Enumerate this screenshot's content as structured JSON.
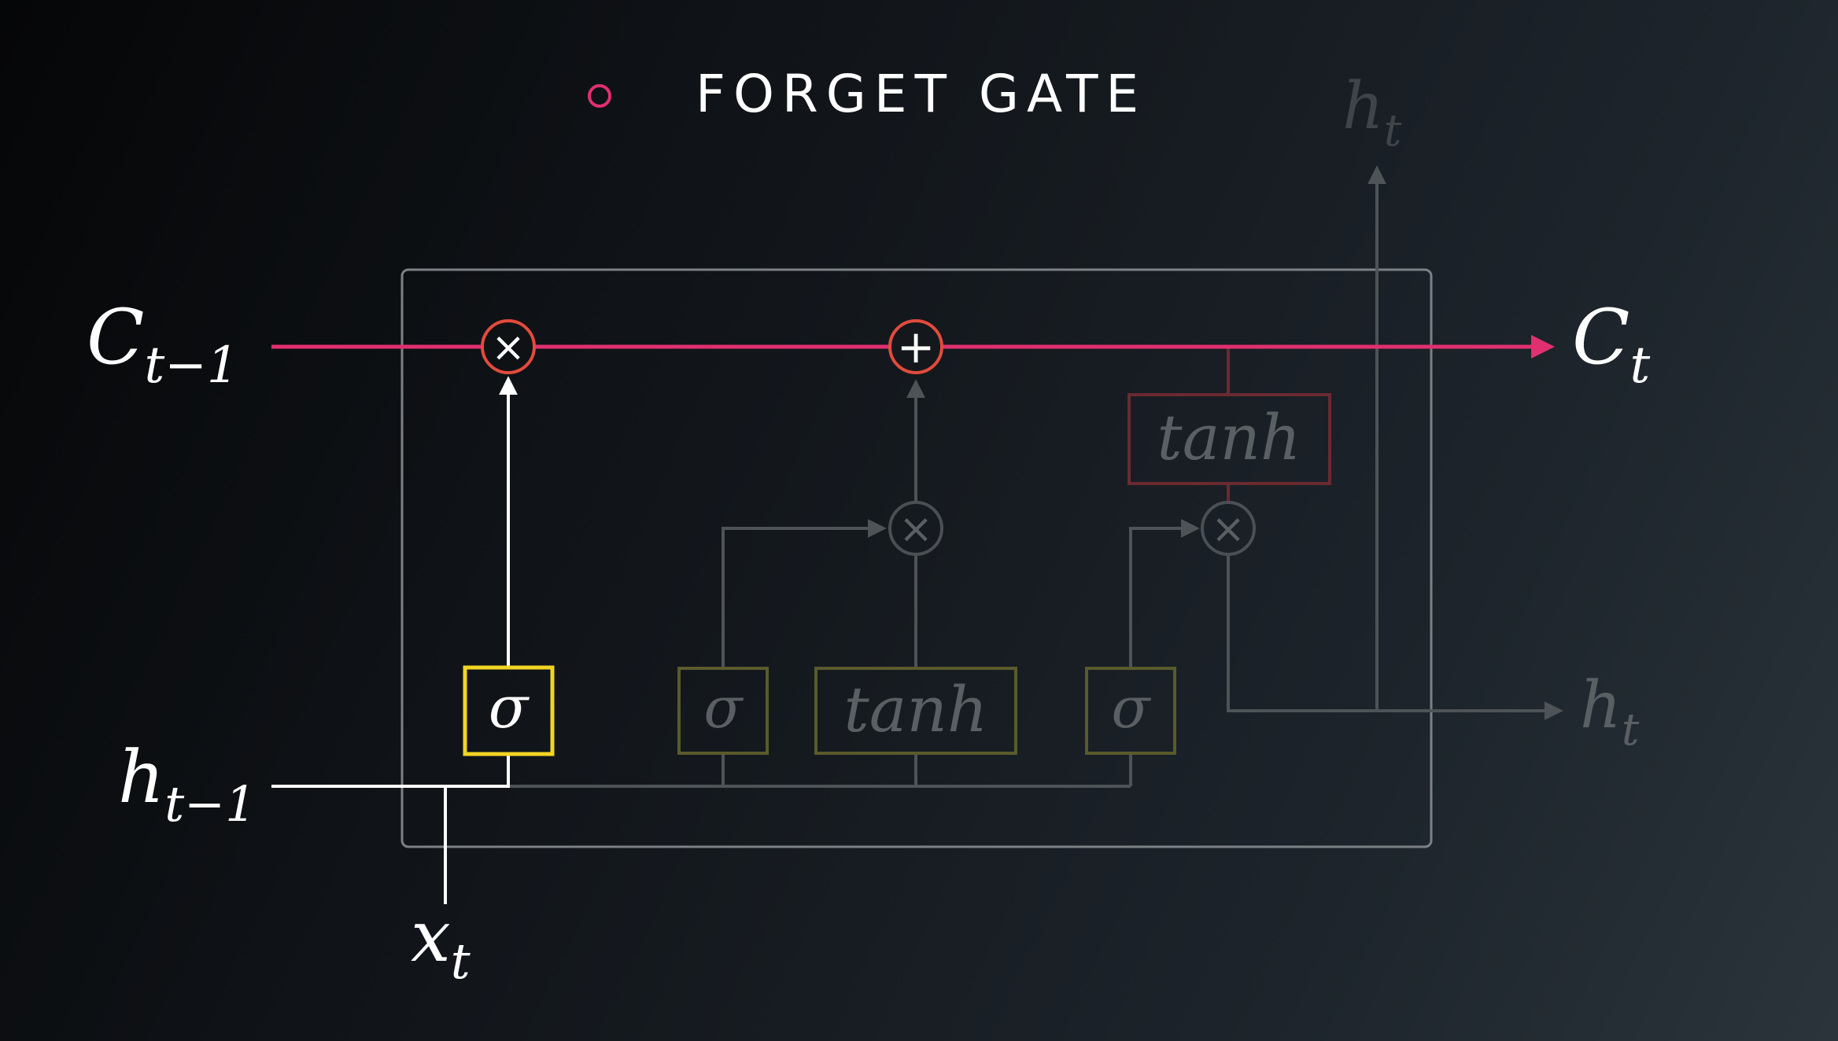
{
  "title": {
    "bullet_color": "#e0306f",
    "text": "FORGET GATE"
  },
  "colors": {
    "cell_state_line": "#e0306f",
    "active_path": "#ffffff",
    "faded_path": "#4e5358",
    "cell_box": "#7c8186",
    "sigma_active": "#f2d423",
    "gate_faded": "#5a5a2c",
    "tanh_output_faded": "#6a2a30",
    "op_circle_active": "#e24b3c",
    "op_circle_faded": "#4a4f54",
    "label_active": "#ffffff",
    "label_faded": "#5a5f64"
  },
  "labels": {
    "c_prev": {
      "base": "C",
      "sub": "t−1"
    },
    "c_next": {
      "base": "C",
      "sub": "t"
    },
    "h_prev": {
      "base": "h",
      "sub": "t−1"
    },
    "x_t": {
      "base": "x",
      "sub": "t"
    },
    "h_out_right": {
      "base": "h",
      "sub": "t"
    },
    "h_out_top": {
      "base": "h",
      "sub": "t"
    }
  },
  "gates": {
    "forget_sigma": "σ",
    "input_sigma": "σ",
    "candidate_tanh": "tanh",
    "output_sigma": "σ",
    "cell_tanh": "tanh"
  },
  "operations": {
    "forget_multiply": "×",
    "cell_add": "+",
    "input_multiply": "×",
    "output_multiply": "×"
  }
}
